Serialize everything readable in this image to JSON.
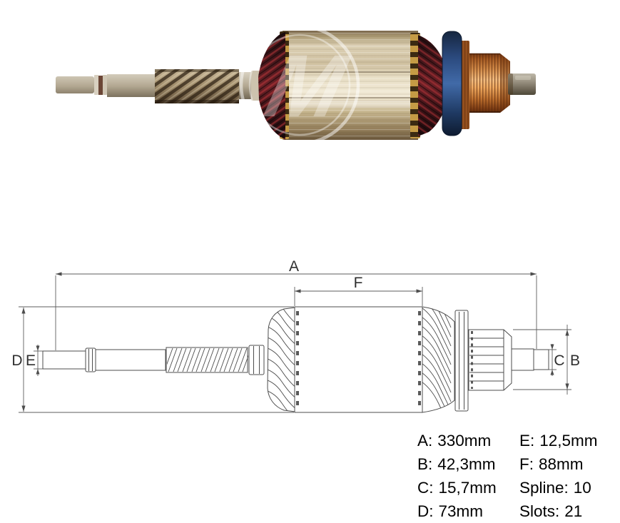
{
  "image": {
    "type": "armature-product-photo-with-dimension-drawing",
    "background": "#ffffff"
  },
  "photo": {
    "parts": [
      "shaft",
      "helical-spline",
      "winding-left",
      "lamination-core",
      "winding-right",
      "insulation-ring",
      "commutator",
      "shaft-end"
    ],
    "watermark": {
      "letter": "M"
    }
  },
  "drawing": {
    "labels": {
      "a": "A",
      "b": "B",
      "c": "C",
      "d": "D",
      "e": "E",
      "f": "F"
    }
  },
  "specs": {
    "column1": [
      {
        "label": "A:",
        "value": "330mm"
      },
      {
        "label": "B:",
        "value": "42,3mm"
      },
      {
        "label": "C:",
        "value": "15,7mm"
      },
      {
        "label": "D:",
        "value": "73mm"
      }
    ],
    "column2": [
      {
        "label": "E:",
        "value": "12,5mm"
      },
      {
        "label": "F:",
        "value": "88mm"
      },
      {
        "label": "Spline:",
        "value": "10"
      },
      {
        "label": "Slots:",
        "value": "21"
      }
    ]
  },
  "colors": {
    "commutator_copper": "#c9813f",
    "insulation_ring_blue": "#2b4a7e",
    "winding_maroon": "#4a181c",
    "core_metal": "#d9cdb0",
    "shaft_metal": "#b3a892",
    "drawing_line": "#4d4d4d",
    "text": "#000000"
  }
}
